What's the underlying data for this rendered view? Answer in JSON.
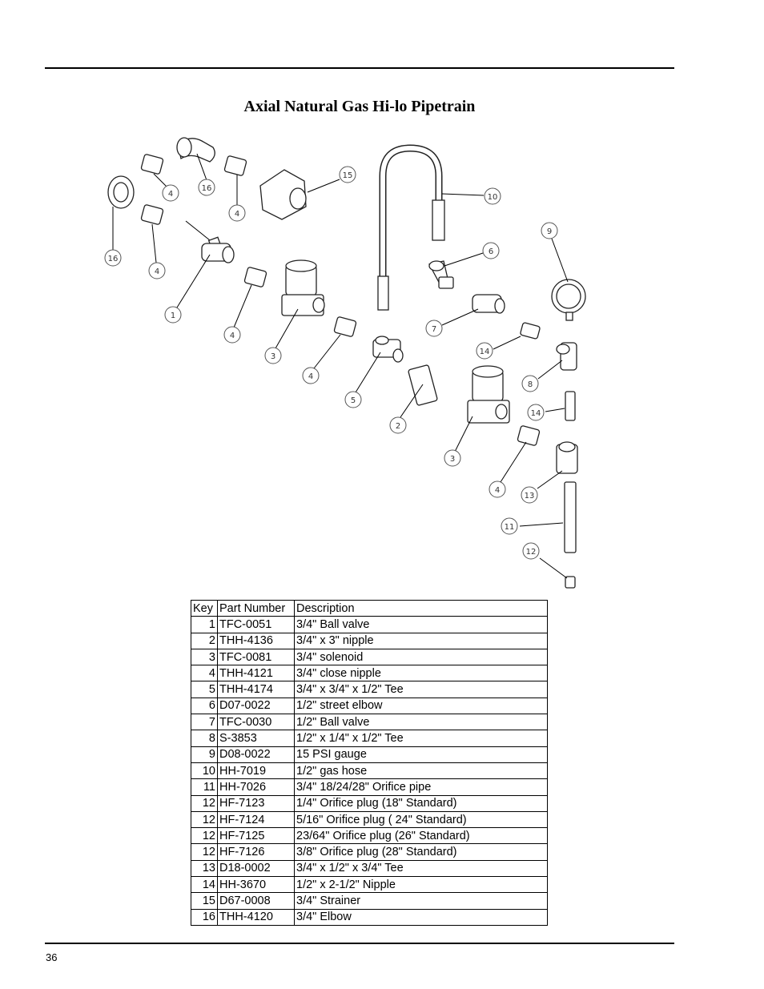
{
  "page": {
    "title": "Axial Natural Gas Hi-lo Pipetrain",
    "page_number": "36"
  },
  "callouts": [
    "4",
    "16",
    "4",
    "15",
    "10",
    "16",
    "4",
    "1",
    "4",
    "3",
    "4",
    "5",
    "6",
    "9",
    "7",
    "14",
    "8",
    "2",
    "3",
    "14",
    "4",
    "13",
    "11",
    "12"
  ],
  "table": {
    "headers": [
      "Key",
      "Part Number",
      "Description"
    ],
    "rows": [
      [
        "1",
        "TFC-0051",
        "3/4\" Ball valve"
      ],
      [
        "2",
        "THH-4136",
        "3/4\" x 3\" nipple"
      ],
      [
        "3",
        "TFC-0081",
        "3/4\" solenoid"
      ],
      [
        "4",
        "THH-4121",
        "3/4\" close nipple"
      ],
      [
        "5",
        "THH-4174",
        "3/4\" x 3/4\" x 1/2\" Tee"
      ],
      [
        "6",
        "D07-0022",
        "1/2\" street elbow"
      ],
      [
        "7",
        "TFC-0030",
        "1/2\" Ball valve"
      ],
      [
        "8",
        "S-3853",
        "1/2\" x 1/4\" x 1/2\" Tee"
      ],
      [
        "9",
        "D08-0022",
        "15 PSI gauge"
      ],
      [
        "10",
        "HH-7019",
        "1/2\" gas hose"
      ],
      [
        "11",
        "HH-7026",
        "3/4\" 18/24/28\" Orifice pipe"
      ],
      [
        "12",
        "HF-7123",
        "1/4\" Orifice plug (18\" Standard)"
      ],
      [
        "12",
        "HF-7124",
        "5/16\" Orifice plug ( 24\" Standard)"
      ],
      [
        "12",
        "HF-7125",
        "23/64\" Orifice plug (26\" Standard)"
      ],
      [
        "12",
        "HF-7126",
        "3/8\" Orifice plug (28\" Standard)"
      ],
      [
        "13",
        "D18-0002",
        "3/4\" x 1/2\" x 3/4\" Tee"
      ],
      [
        "14",
        "HH-3670",
        "1/2\" x 2-1/2\" Nipple"
      ],
      [
        "15",
        "D67-0008",
        "3/4\" Strainer"
      ],
      [
        "16",
        "THH-4120",
        "3/4\" Elbow"
      ]
    ]
  }
}
